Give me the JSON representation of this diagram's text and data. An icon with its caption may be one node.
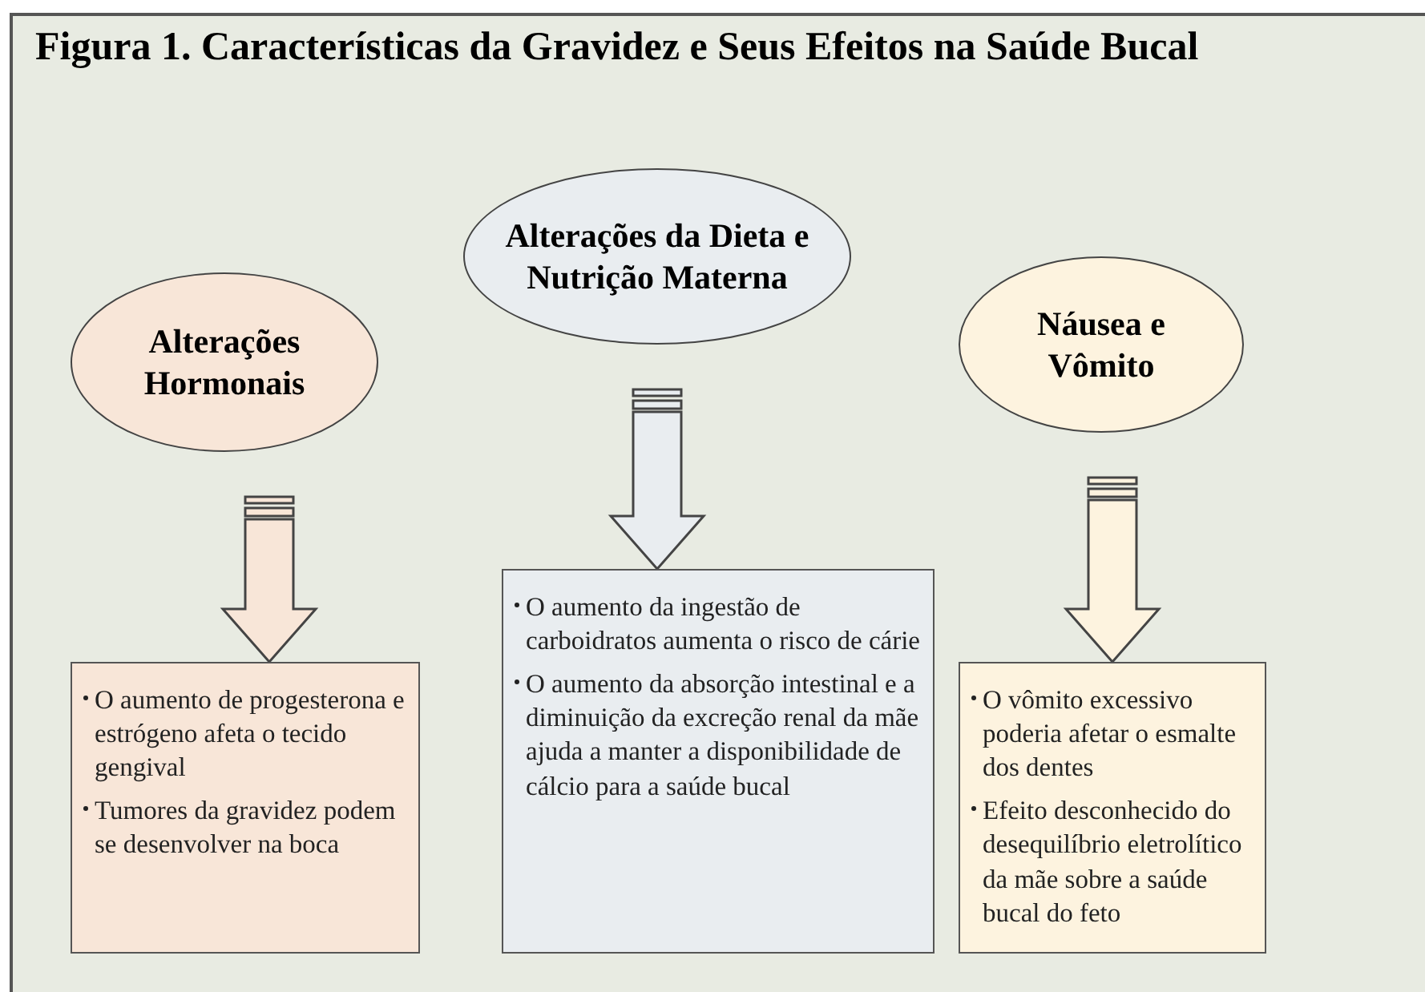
{
  "diagram": {
    "title": "Figura 1. Características da Gravidez e Seus Efeitos na Saúde Bucal",
    "nodes": [
      {
        "text": [
          "Alterações Hormonais"
        ]
      },
      {
        "text": [
          "Alterações da Dieta e Nutrição Materna"
        ]
      },
      {
        "text": [
          "Náusea e Vômito"
        ]
      },
      {
        "text": [
          "O aumento de progesterona e estrógeno afeta o tecido gengival",
          "Tumores da gravidez podem se desenvolver na boca"
        ]
      },
      {
        "text": [
          "O aumento da ingestão de carboidratos aumenta o risco de cárie",
          "O aumento da absorção intestinal e a diminuição da excreção renal da mãe ajuda a manter a disponibilidade de cálcio para a saúde bucal"
        ]
      },
      {
        "text": [
          "O vômito excessivo poderia afetar o esmalte dos dentes",
          "Efeito desconhecido do desequilíbrio eletrolítico da mãe sobre a saúde bucal do feto"
        ]
      }
    ],
    "edges": [
      {
        "from": 0,
        "to": 3,
        "arrow": "to",
        "style": "thick"
      },
      {
        "from": 1,
        "to": 4,
        "arrow": "to",
        "style": "thick"
      },
      {
        "from": 2,
        "to": 5,
        "arrow": "to",
        "style": "thick"
      }
    ]
  }
}
